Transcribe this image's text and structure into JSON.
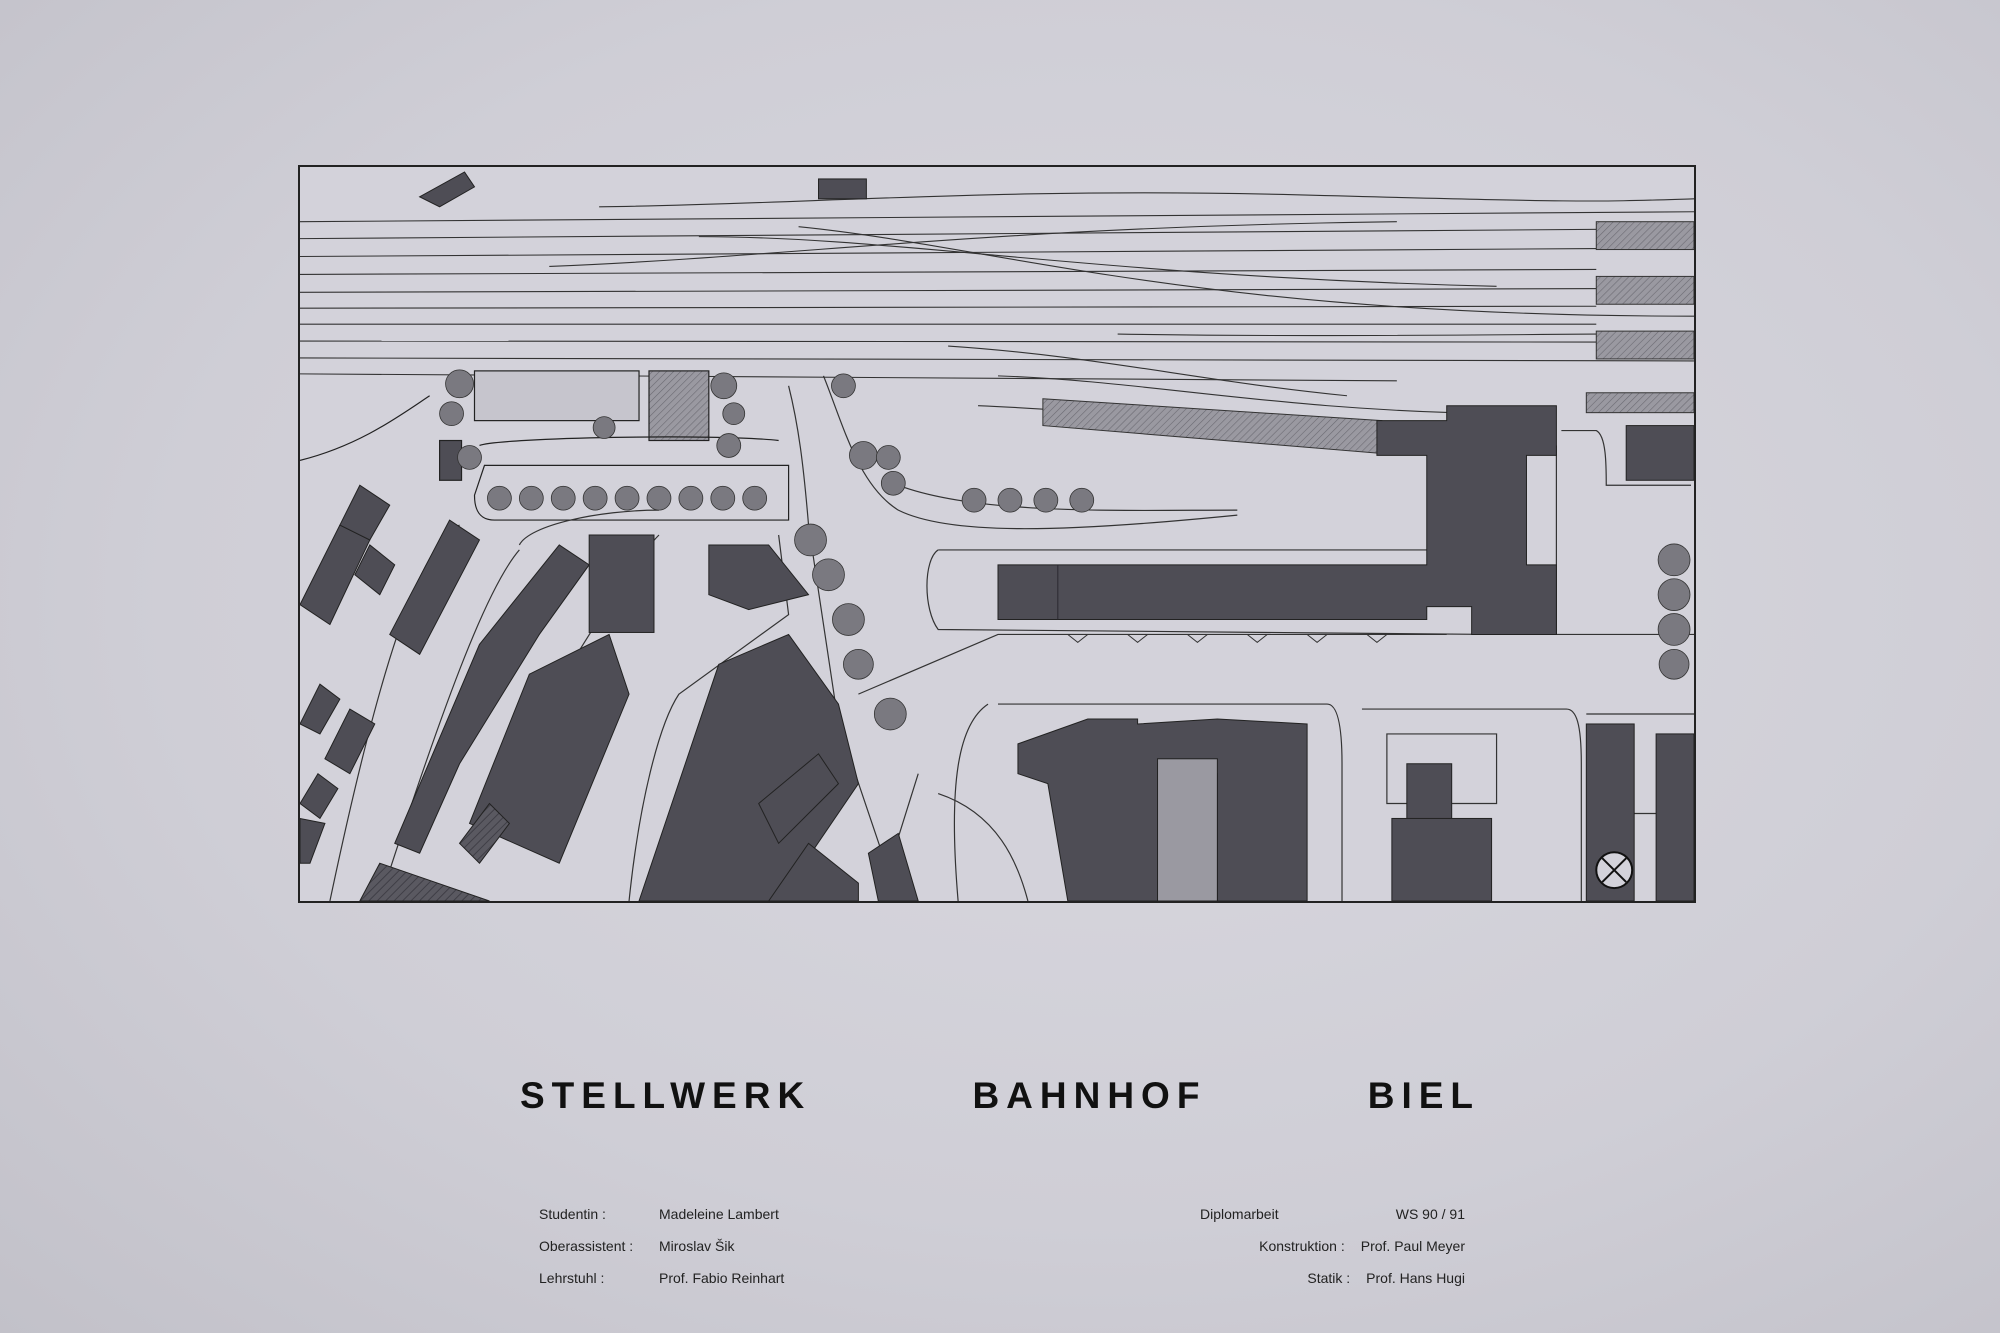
{
  "title_words": [
    "STELLWERK",
    "BAHNHOF",
    "BIEL"
  ],
  "credits_left": [
    {
      "label": "Studentin :",
      "value": "Madeleine Lambert"
    },
    {
      "label": "Oberassistent :",
      "value": "Miroslav Šik"
    },
    {
      "label": "Lehrstuhl :",
      "value": "Prof. Fabio Reinhart"
    }
  ],
  "credits_right": [
    {
      "label": "Diplomarbeit",
      "value": "WS 90 / 91"
    },
    {
      "label": "Konstruktion :",
      "value": "Prof. Paul Meyer"
    },
    {
      "label": "Statik :",
      "value": "Prof. Hans Hugi"
    }
  ],
  "colors": {
    "paper": "#d3d2da",
    "building": "#4e4d55",
    "ink": "#222222",
    "tree": "#7a7980"
  },
  "icons": {
    "north_arrow": "compass-cross-icon"
  }
}
